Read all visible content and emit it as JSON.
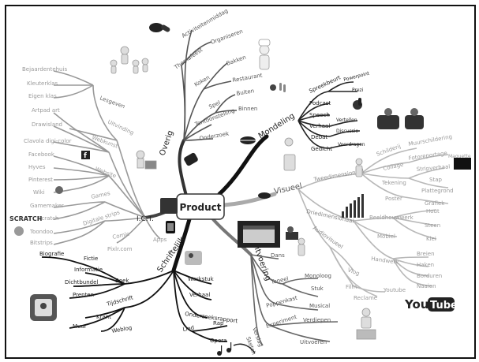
{
  "center": "Product",
  "branches": {
    "overig": {
      "label": "Overig",
      "items": [
        "Activiteitenmiddag",
        "Themafeest",
        "Organiseren",
        "Koken",
        "Bakken",
        "Restaurant",
        "Spel",
        "Buiten",
        "Binnen",
        "Tentoonstelling",
        "Onderzoek"
      ]
    },
    "mondeling": {
      "label": "Mondeling",
      "items": [
        "Spreekbeurt",
        "Powerpoint",
        "Prezi",
        "Podcast",
        "Speech",
        "Vertellen",
        "Verhaal",
        "Debat",
        "Discussie",
        "Gedicht",
        "Voordragen"
      ]
    },
    "ict": {
      "label": "I.C.T.",
      "items": [
        "Lesgeven",
        "Bejaardentehuis",
        "Kleuterklas",
        "Eigen klas",
        "Uitvinding",
        "Webkunst",
        "Artpad art",
        "Drawisland",
        "Clavola digi-color",
        "Website",
        "Facebook",
        "Hyves",
        "Pinterest",
        "Wiki",
        "Games",
        "Gamemaker",
        "Scratch",
        "Toondoo",
        "Digitale strips",
        "Bitstrips",
        "Comic",
        "Apps",
        "Pixlr.com"
      ]
    },
    "visueel": {
      "label": "Visueel",
      "items": [
        "Tweedimensionaal",
        "Schilderij",
        "Muurschildering",
        "Collage",
        "Fotoreportage",
        "Tekening",
        "Stripverhaal",
        "Stap",
        "Poster",
        "Plattegrond",
        "Grafiek",
        "Driedimensionaal",
        "Beeldhouwwerk",
        "Hout",
        "Steen",
        "Klei",
        "Maquette",
        "Mobiel",
        "Handwerk",
        "Breien",
        "Haken",
        "Borduren",
        "Naaien",
        "Audiovisueel",
        "Vlog",
        "Film",
        "Reclame",
        "Youtube"
      ]
    },
    "schriftelijk": {
      "label": "Schriftelijk",
      "items": [
        "Boek",
        "Biografie",
        "Fictie",
        "Informatie",
        "Dichtbundel",
        "Prenten",
        "Werkstuk",
        "Verhaal",
        "Tijdschrift",
        "Krant",
        "Onderzoeksrapport",
        "Muur",
        "Weblog",
        "Lied",
        "Rap",
        "Opera"
      ]
    },
    "uitvoering": {
      "label": "Uitvoering",
      "items": [
        "Dans",
        "Toneel",
        "Monoloog",
        "Stuk",
        "Poppenkast",
        "Musical",
        "Experiment",
        "Verslag",
        "Verdiepen",
        "Uitvoeren",
        "Sketch"
      ]
    }
  },
  "logos": {
    "youtube_you": "You",
    "youtube_tube": "Tube",
    "scratch": "SCRATCH"
  },
  "icons": [
    "figure-icon",
    "microphone-icon",
    "camera-icon",
    "globe-icon",
    "paint-icon",
    "film-icon",
    "book-icon",
    "trophy-icon"
  ]
}
